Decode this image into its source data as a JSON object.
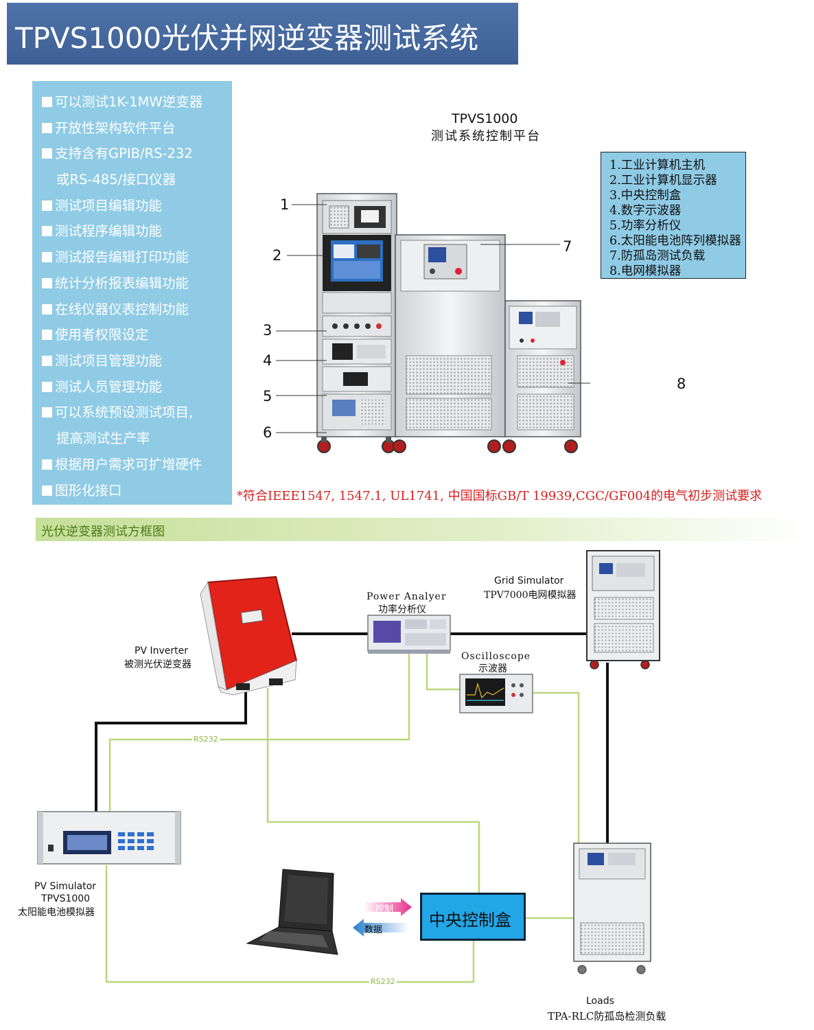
{
  "header": {
    "title": "TPVS1000光伏并网逆变器测试系统"
  },
  "features": [
    "可以测试1K-1MW逆变器",
    "开放性架构软件平台",
    "支持含有GPIB/RS-232",
    "或RS-485/接口仪器",
    "测试项目编辑功能",
    "测试程序编辑功能",
    "测试报告编辑打印功能",
    "统计分析报表编辑功能",
    "在线仪器仪表控制功能",
    "使用者权限设定",
    "测试项目管理功能",
    "测试人员管理功能",
    "可以系统预设测试项目,",
    "提高测试生产率",
    "根据用户需求可扩增硬件",
    "图形化接口"
  ],
  "platform": {
    "title_line1": "TPVS1000",
    "title_line2": "测试系统控制平台"
  },
  "callouts": [
    "1",
    "2",
    "3",
    "4",
    "5",
    "6",
    "7",
    "8"
  ],
  "legend": [
    "1.工业计算机主机",
    "2.工业计算机显示器",
    "3.中央控制盒",
    "4.数字示波器",
    "5.功率分析仪",
    "6.太阳能电池阵列模拟器",
    "7.防孤岛测试负载",
    "8.电网模拟器"
  ],
  "standards_note": "*符合IEEE1547, 1547.1, UL1741, 中国国标GB/T 19939,CGC/GF004的电气初步测试要求",
  "diagram": {
    "section_title": "光伏逆变器测试方框图",
    "pv_inverter": {
      "en": "PV Inverter",
      "cn": "被测光伏逆变器"
    },
    "power_analyzer": {
      "en": "Power Analyer",
      "cn": "功率分析仪"
    },
    "grid_simulator": {
      "en": "Grid Simulator",
      "cn": "TPV7000电网模拟器"
    },
    "oscilloscope": {
      "en": "Oscilloscope",
      "cn": "示波器"
    },
    "pv_simulator": {
      "en": "PV Simulator",
      "model": "TPVS1000",
      "cn": "太阳能电池模拟器"
    },
    "loads": {
      "en": "Loads",
      "cn": "TPA-RLC防孤岛检测负载"
    },
    "central_box": "中央控制盒",
    "arrow_control": "控制",
    "arrow_data": "数据",
    "rs232_top": "RS232",
    "rs232_bottom": "RS232"
  },
  "colors": {
    "title_bg": "#4f73a8",
    "panel_bg": "#8fcbe5",
    "note_red": "#d41f1f",
    "signal_green": "#b9d77a",
    "central_box": "#22a6e6",
    "inverter_red": "#e2231a"
  }
}
